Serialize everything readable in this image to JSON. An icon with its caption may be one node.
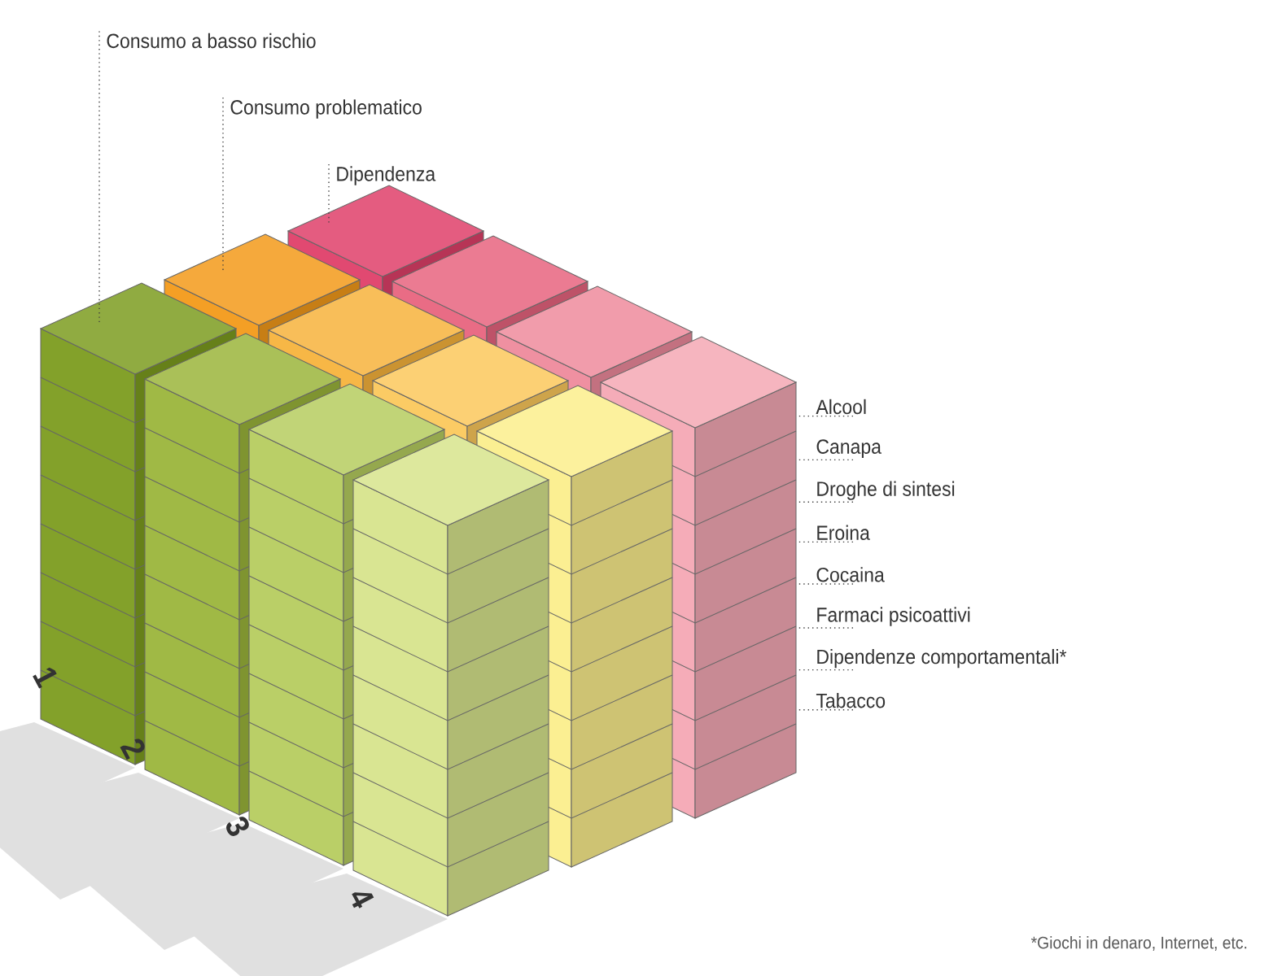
{
  "diagram": {
    "nodes": [
      {
        "text": [
          "Consumo a basso rischio"
        ]
      },
      {
        "text": [
          "Consumo problematico"
        ]
      },
      {
        "text": [
          "Dipendenza"
        ]
      },
      {
        "text": [
          "Alcool"
        ]
      },
      {
        "text": [
          "Canapa"
        ]
      },
      {
        "text": [
          "Droghe di sintesi"
        ]
      },
      {
        "text": [
          "Eroina"
        ]
      },
      {
        "text": [
          "Cocaina"
        ]
      },
      {
        "text": [
          "Farmaci psicoattivi"
        ]
      },
      {
        "text": [
          "Dipendenze comportamentali*"
        ]
      },
      {
        "text": [
          "Tabacco"
        ]
      }
    ],
    "edges": [
      {
        "from": 0,
        "to": null,
        "arrow": "none"
      },
      {
        "from": 1,
        "to": null,
        "arrow": "none"
      },
      {
        "from": 2,
        "to": null,
        "arrow": "none"
      },
      {
        "from": 3,
        "to": null,
        "arrow": "none"
      },
      {
        "from": 4,
        "to": null,
        "arrow": "none"
      },
      {
        "from": 5,
        "to": null,
        "arrow": "none"
      },
      {
        "from": 6,
        "to": null,
        "arrow": "none"
      },
      {
        "from": 7,
        "to": null,
        "arrow": "none"
      },
      {
        "from": 8,
        "to": null,
        "arrow": "none"
      },
      {
        "from": 9,
        "to": null,
        "arrow": "none"
      },
      {
        "from": 10,
        "to": null,
        "arrow": "none"
      }
    ],
    "labels": [
      "1",
      "2",
      "3",
      "4",
      "*Giochi in denaro, Internet, etc."
    ]
  }
}
